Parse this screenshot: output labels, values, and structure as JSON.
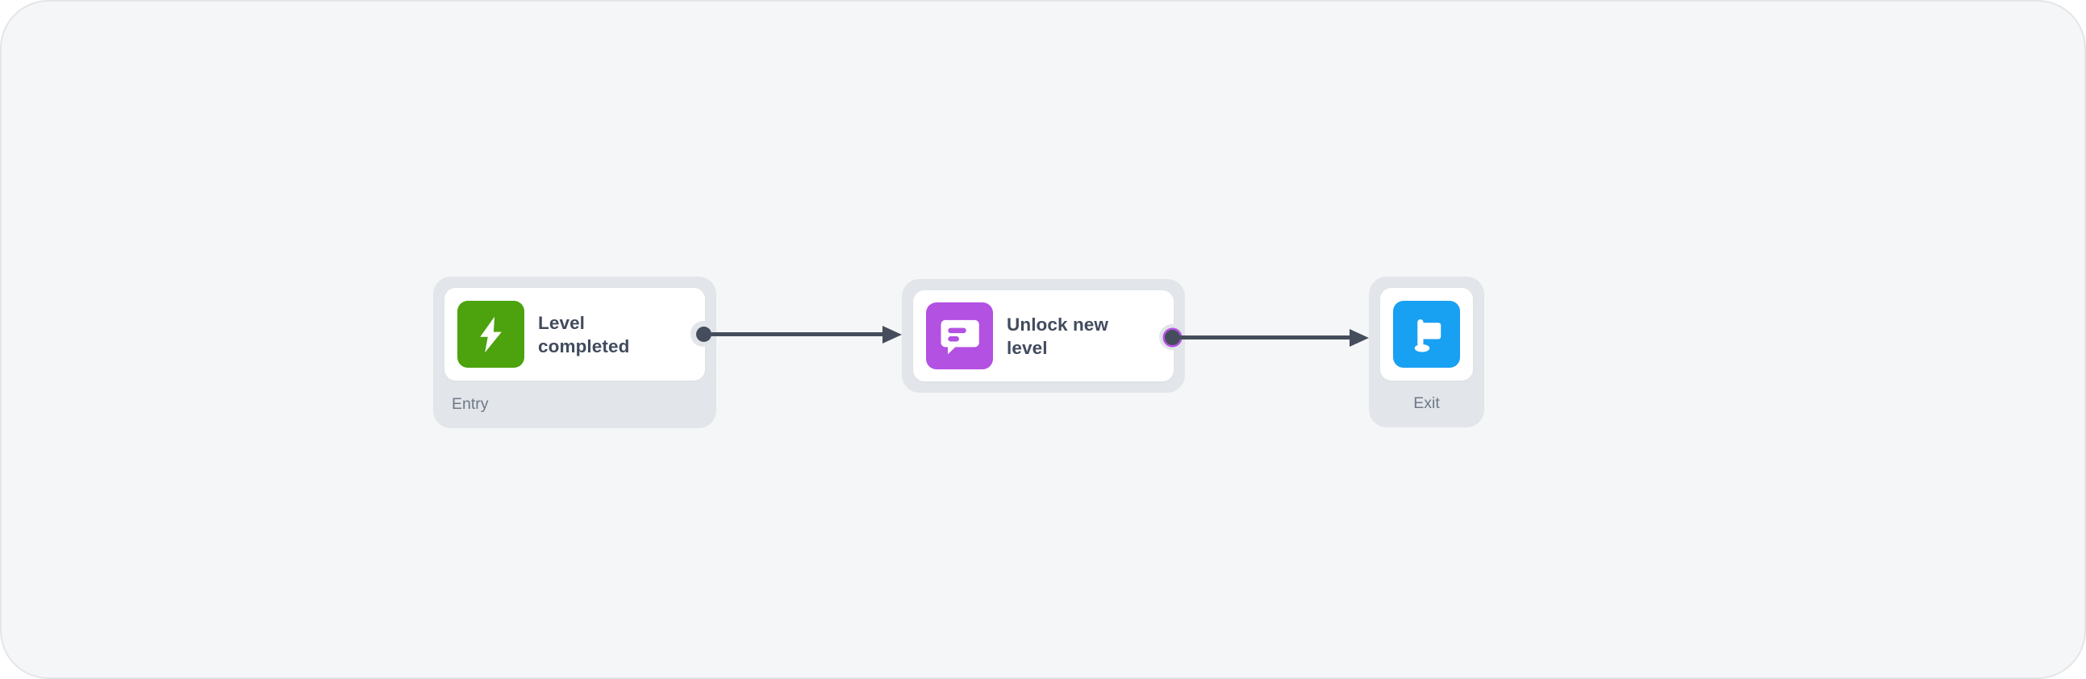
{
  "app": {
    "name": "journey-flow-canvas"
  },
  "nodes": [
    {
      "type": "entry",
      "title": "Level completed",
      "badge": "Entry",
      "icon": "lightning-bolt-icon"
    },
    {
      "type": "action",
      "title": "Unlock new level",
      "icon": "chat-message-icon"
    },
    {
      "type": "exit",
      "badge": "Exit",
      "icon": "flag-icon"
    }
  ],
  "connectors": [
    {
      "from": "Level completed",
      "to": "Unlock new level",
      "port_style": "plain"
    },
    {
      "from": "Unlock new level",
      "to": "Exit",
      "port_style": "purple-ring"
    }
  ],
  "colors": {
    "canvas-bg": "#F5F6F7",
    "canvas-border": "#E3E5E9",
    "card-outer": "#E2E5E9",
    "card-inner": "#FFFFFF",
    "entry-icon": "#4CA30D",
    "message-icon": "#B351E2",
    "exit-icon": "#18A0F2",
    "line": "#454D5C",
    "title-text": "#414B5E",
    "label-text": "#6E7887"
  }
}
